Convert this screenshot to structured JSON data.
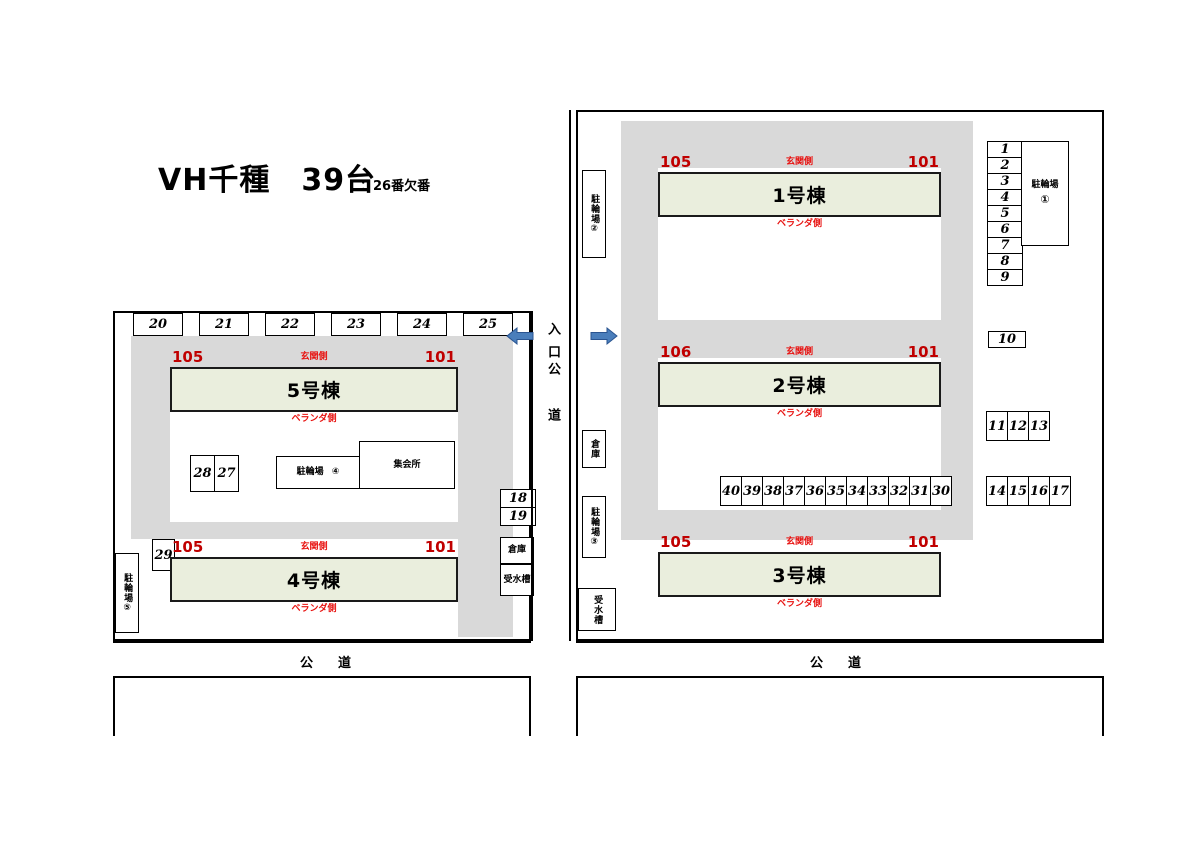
{
  "header": {
    "title": "VH千種　39台",
    "note": "：26番欠番"
  },
  "colors": {
    "building_fill": "#eaeedd",
    "driveway": "#d9d9d9",
    "red_label": "#c00000",
    "red_small": "#e8110f",
    "arrow": "#3d72b4",
    "outline": "#000000"
  },
  "buildings": [
    {
      "id": "b1",
      "name": "1号棟",
      "left_num": "105",
      "right_num": "101",
      "top_side": "玄関側",
      "bottom_side": "ベランダ側"
    },
    {
      "id": "b2",
      "name": "2号棟",
      "left_num": "106",
      "right_num": "101",
      "top_side": "玄関側",
      "bottom_side": "ベランダ側"
    },
    {
      "id": "b3",
      "name": "3号棟",
      "left_num": "105",
      "right_num": "101",
      "top_side": "玄関側",
      "bottom_side": "ベランダ側"
    },
    {
      "id": "b4",
      "name": "4号棟",
      "left_num": "105",
      "right_num": "101",
      "top_side": "玄関側",
      "bottom_side": "ベランダ側"
    },
    {
      "id": "b5",
      "name": "5号棟",
      "left_num": "105",
      "right_num": "101",
      "top_side": "玄関側",
      "bottom_side": "ベランダ側"
    }
  ],
  "parking": {
    "col_1_9": [
      "1",
      "2",
      "3",
      "4",
      "5",
      "6",
      "7",
      "8",
      "9"
    ],
    "single_10": [
      "10"
    ],
    "row_11_13": [
      "11",
      "12",
      "13"
    ],
    "row_14_17": [
      "14",
      "15",
      "16",
      "17"
    ],
    "row_30_40": [
      "40",
      "39",
      "38",
      "37",
      "36",
      "35",
      "34",
      "33",
      "32",
      "31",
      "30"
    ],
    "row_20_25": [
      "20",
      "21",
      "22",
      "23",
      "24",
      "25"
    ],
    "row_27_28": [
      "28",
      "27"
    ],
    "col_18_19": [
      "18",
      "19"
    ],
    "single_29": [
      "29"
    ]
  },
  "facilities": {
    "bicycle_1": "駐輪場\n①",
    "bicycle_1_name": "駐輪場",
    "bicycle_1_num": "①",
    "bicycle_2": "駐輪場②",
    "bicycle_3": "駐輪場③",
    "bicycle_4_name": "駐輪場",
    "bicycle_4_num": "④",
    "bicycle_5": "駐輪場⑤",
    "meeting_hall": "集会所",
    "storage_left": "倉庫",
    "water_tank_left": "受水槽",
    "storage_right": "倉庫",
    "water_tank_right": "受水槽"
  },
  "roads": {
    "entrance": "入口",
    "center_road": "公　道",
    "bottom_left_road": "公　道",
    "bottom_right_road": "公　道"
  }
}
